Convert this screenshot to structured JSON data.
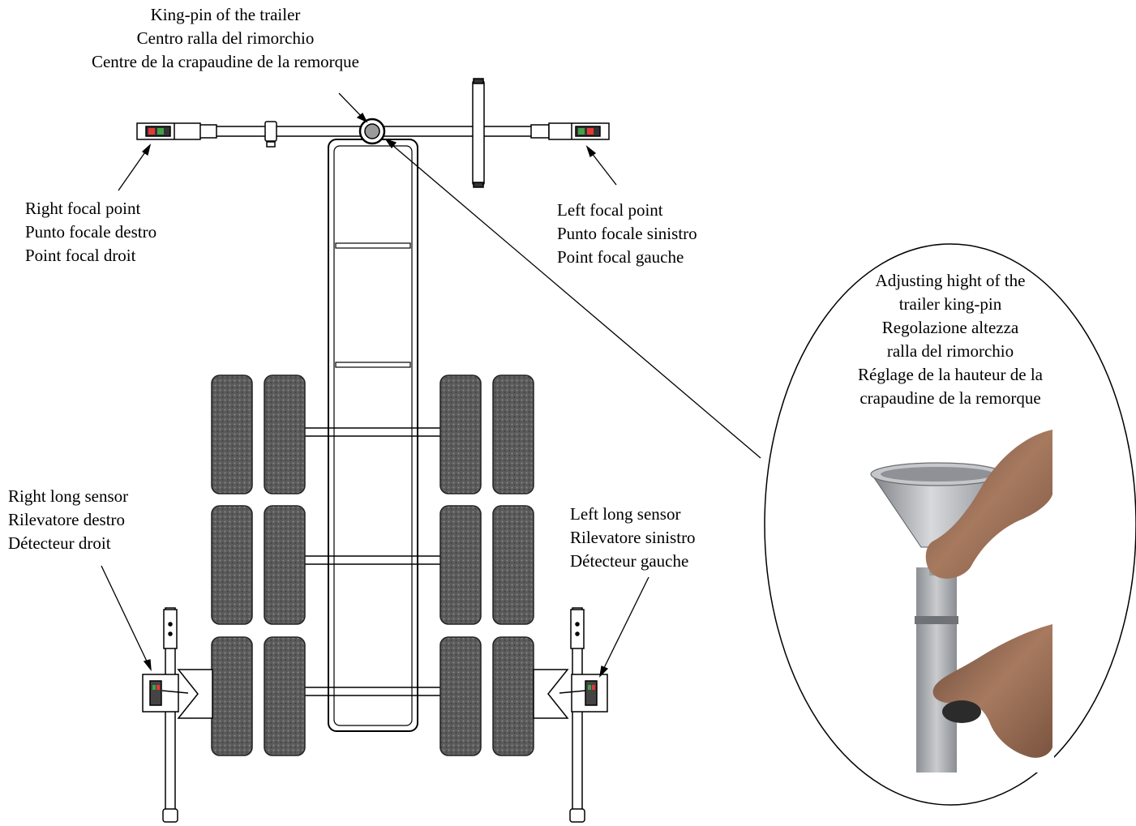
{
  "labels": {
    "king_pin": [
      "King-pin of the trailer",
      "Centro ralla del rimorchio",
      "Centre de la crapaudine de la remorque"
    ],
    "right_focal": [
      "Right focal point",
      "Punto focale destro",
      "Point focal droit"
    ],
    "left_focal": [
      "Left focal point",
      "Punto focale sinistro",
      "Point focal gauche"
    ],
    "adjusting": [
      "Adjusting hight of the",
      "trailer king-pin",
      "Regolazione altezza",
      "ralla del rimorchio",
      "Réglage de la hauteur de la",
      "crapaudine de la remorque"
    ],
    "right_long": [
      "Right long sensor",
      "Rilevatore destro",
      "Détecteur droit"
    ],
    "left_long": [
      "Left long sensor",
      "Rilevatore sinistro",
      "Détecteur gauche"
    ]
  },
  "colors": {
    "line": "#000000",
    "tire": "#4a4a4a",
    "indicator_red": "#e53935",
    "indicator_green": "#43a047",
    "metal": "#a9acb0"
  },
  "icons": [
    "trailer-frame",
    "wheel-tire",
    "focal-point-head",
    "long-sensor-head",
    "king-pin-cone-photo",
    "hand"
  ]
}
